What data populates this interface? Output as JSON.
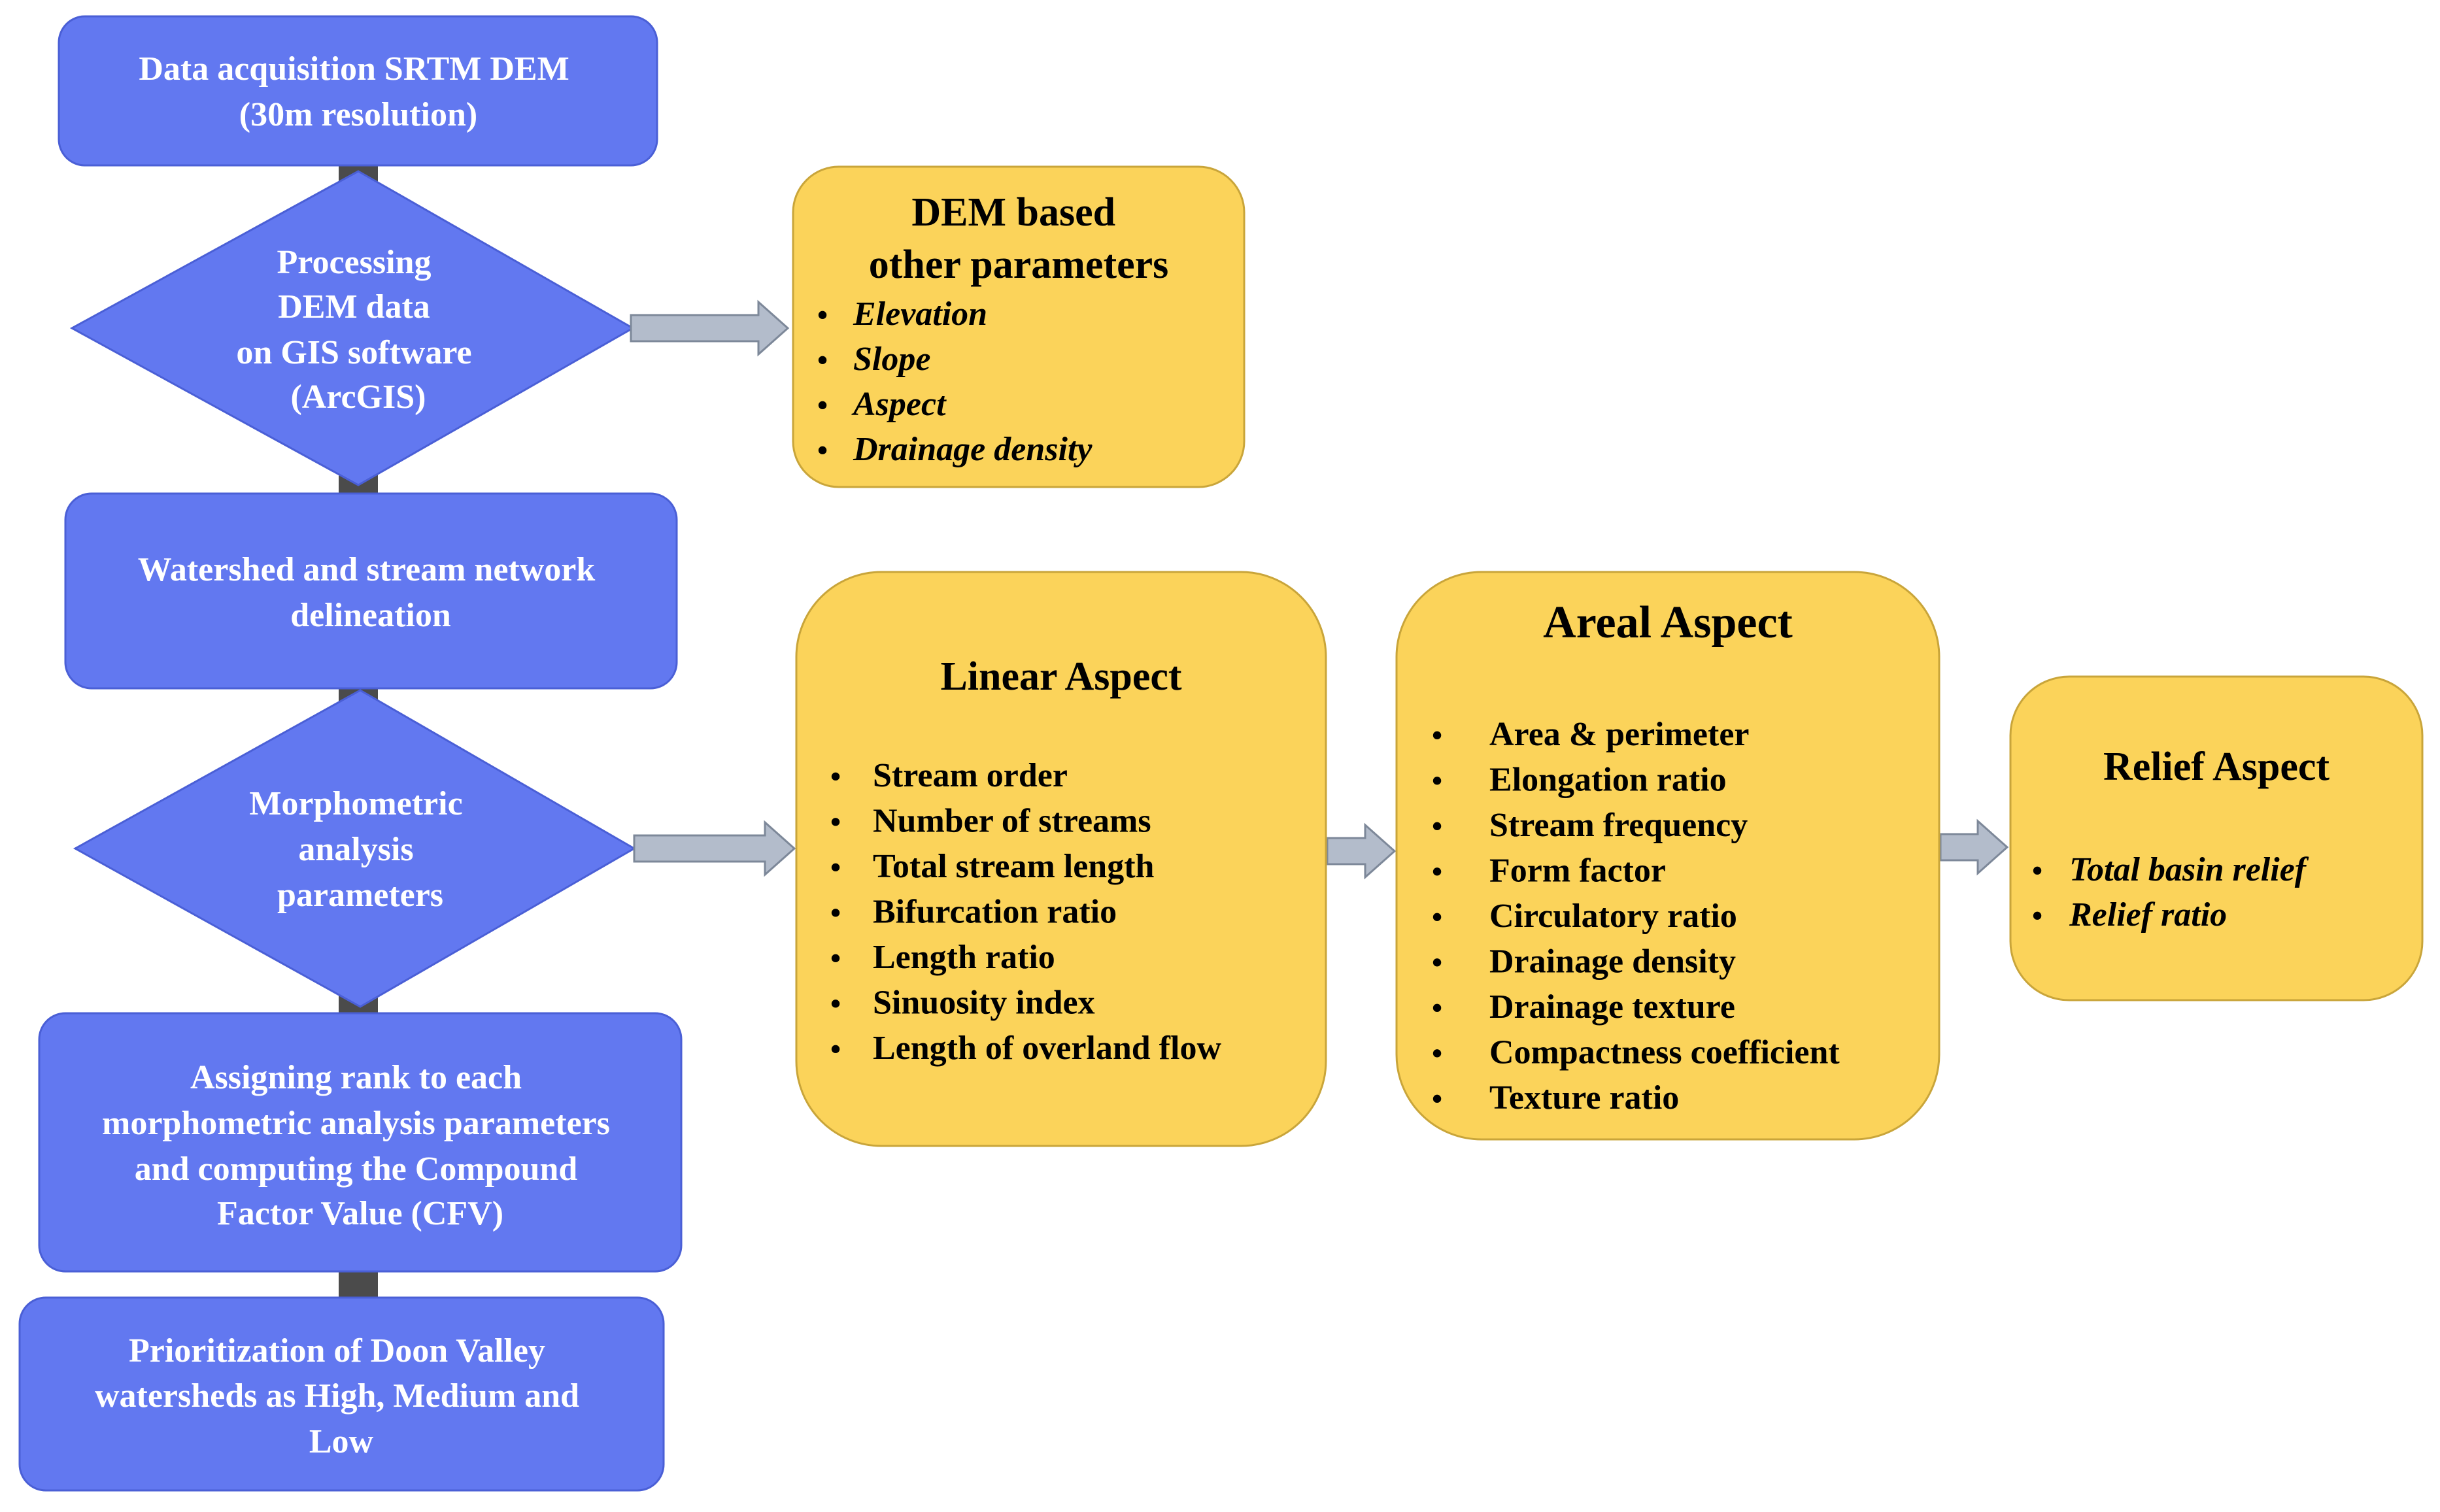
{
  "colors": {
    "process_fill": "#6278f0",
    "process_stroke": "#4a5fd6",
    "param_fill": "#fbd35a",
    "param_stroke": "#c9a53a",
    "arrow_fill": "#b3bccb",
    "arrow_stroke": "#7d8899",
    "connector": "#4b4b4b"
  },
  "flow": {
    "step1": [
      "Data acquisition SRTM DEM",
      "(30m resolution)"
    ],
    "step2": [
      "Processing",
      "DEM data",
      "on GIS software",
      "(ArcGIS)"
    ],
    "step3": [
      "Watershed and stream network",
      "delineation"
    ],
    "step4": [
      "Morphometric",
      "analysis",
      "parameters"
    ],
    "step5": [
      "Assigning rank to each",
      "morphometric analysis parameters",
      "and computing the Compound",
      "Factor Value (CFV)"
    ],
    "step6": [
      "Prioritization of Doon Valley",
      "watersheds as High, Medium and",
      "Low"
    ]
  },
  "dem_params": {
    "title": [
      "DEM based",
      "other parameters"
    ],
    "items": [
      "Elevation",
      "Slope",
      "Aspect",
      "Drainage density"
    ]
  },
  "linear": {
    "title": "Linear Aspect",
    "items": [
      "Stream order",
      "Number of streams",
      "Total stream length",
      "Bifurcation ratio",
      "Length ratio",
      "Sinuosity index",
      "Length of overland flow"
    ]
  },
  "areal": {
    "title": "Areal Aspect",
    "items": [
      "Area & perimeter",
      "Elongation ratio",
      "Stream frequency",
      "Form factor",
      "Circulatory ratio",
      "Drainage density",
      "Drainage texture",
      "Compactness coefficient",
      "Texture ratio"
    ]
  },
  "relief": {
    "title": "Relief Aspect",
    "items": [
      "Total basin relief",
      "Relief ratio"
    ]
  }
}
